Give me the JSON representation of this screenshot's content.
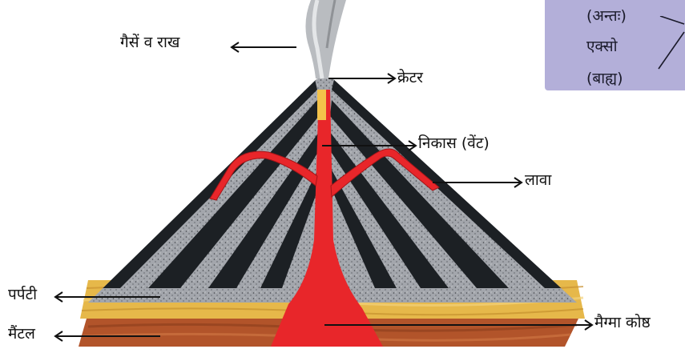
{
  "labels": {
    "gases": "गैसें व राख",
    "crater": "क्रेटर",
    "vent": "निकास (वेंट)",
    "lava": "लावा",
    "crust": "पर्पटी",
    "mantle": "मैंटल",
    "magma": "मैग्मा कोष्ठ"
  },
  "sidebox": {
    "line1": "(अन्तः)",
    "line2": "एक्सो",
    "line3": "(बाह्य)"
  },
  "colors": {
    "crust": "#e6b84a",
    "mantle": "#b2542a",
    "magma": "#e8262a",
    "dark_layer": "#1c2024",
    "light_layer": "#9a9da3",
    "sidebox": "#b3afd9"
  }
}
